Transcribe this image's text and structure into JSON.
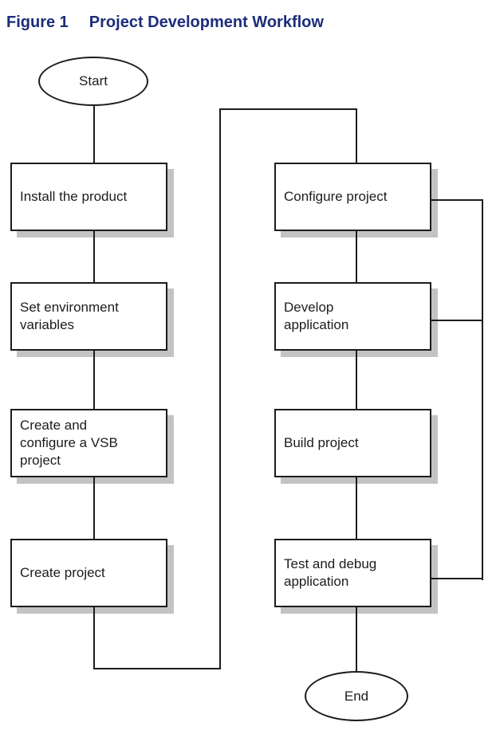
{
  "figure": {
    "label": "Figure 1",
    "title": "Project Development Workflow"
  },
  "flowchart": {
    "type": "flowchart",
    "start": "Start",
    "end": "End",
    "left_column": [
      "Install the product",
      "Set environment\nvariables",
      "Create and\nconfigure a VSB\nproject",
      "Create project"
    ],
    "right_column": [
      "Configure project",
      "Develop\napplication",
      "Build project",
      "Test and debug\napplication"
    ],
    "flow_order": [
      "Start",
      "Install the product",
      "Set environment variables",
      "Create and configure a VSB project",
      "Create project",
      "Configure project",
      "Develop application",
      "Build project",
      "Test and debug application",
      "End"
    ],
    "feedback_loop": "Test and debug application loops back to Configure project and Develop application"
  },
  "colors": {
    "title_text": "#1c2d7a",
    "line": "#1c1c1c",
    "box_border": "#1c1c1c",
    "box_background": "#ffffff",
    "box_shadow": "#c3c3c3",
    "page_background": "#ffffff"
  }
}
